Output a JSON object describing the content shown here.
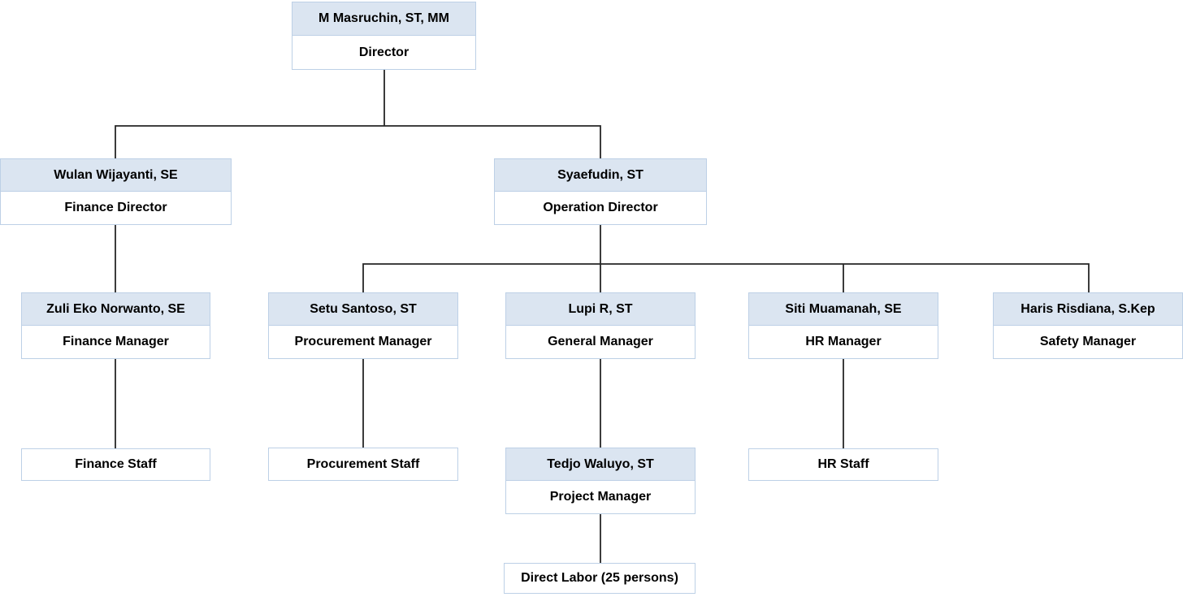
{
  "colors": {
    "header_fill": "#dbe5f1",
    "body_fill": "#ffffff",
    "border": "#bdd0e6",
    "connector": "#262626",
    "text": "#000000"
  },
  "nodes": {
    "director": {
      "name": "M Masruchin, ST, MM",
      "title": "Director"
    },
    "finance_director": {
      "name": "Wulan Wijayanti, SE",
      "title": "Finance Director"
    },
    "operation_director": {
      "name": "Syaefudin, ST",
      "title": "Operation Director"
    },
    "finance_manager": {
      "name": "Zuli Eko Norwanto, SE",
      "title": "Finance Manager"
    },
    "procurement_manager": {
      "name": "Setu Santoso, ST",
      "title": "Procurement Manager"
    },
    "general_manager": {
      "name": "Lupi R, ST",
      "title": "General Manager"
    },
    "hr_manager": {
      "name": "Siti Muamanah, SE",
      "title": "HR Manager"
    },
    "safety_manager": {
      "name": "Haris Risdiana, S.Kep",
      "title": "Safety Manager"
    },
    "finance_staff": {
      "title": "Finance Staff"
    },
    "procurement_staff": {
      "title": "Procurement Staff"
    },
    "project_manager": {
      "name": "Tedjo Waluyo, ST",
      "title": "Project Manager"
    },
    "hr_staff": {
      "title": "HR Staff"
    },
    "direct_labor": {
      "title": "Direct Labor (25 persons)"
    }
  },
  "hierarchy": {
    "director": [
      "finance_director",
      "operation_director"
    ],
    "finance_director": [
      "finance_manager"
    ],
    "operation_director": [
      "procurement_manager",
      "general_manager",
      "hr_manager",
      "safety_manager"
    ],
    "finance_manager": [
      "finance_staff"
    ],
    "procurement_manager": [
      "procurement_staff"
    ],
    "general_manager": [
      "project_manager"
    ],
    "hr_manager": [
      "hr_staff"
    ],
    "project_manager": [
      "direct_labor"
    ]
  }
}
